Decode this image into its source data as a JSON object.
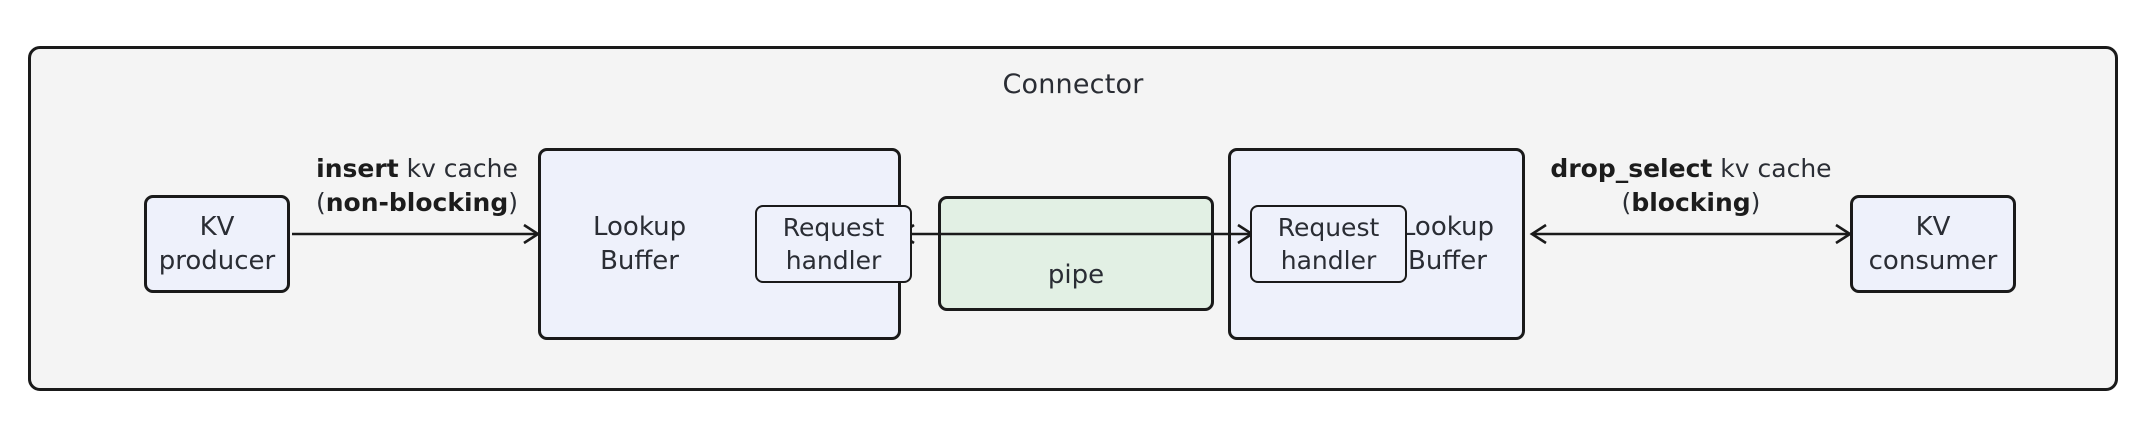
{
  "diagram": {
    "title": "Connector",
    "nodes": {
      "kv_producer": "KV\nproducer",
      "kv_consumer": "KV\nconsumer",
      "lookup_buffer_left": "Lookup\nBuffer",
      "lookup_buffer_right": "Lookup\nBuffer",
      "request_handler_left": "Request\nhandler",
      "request_handler_right": "Request\nhandler",
      "pipe": "pipe"
    },
    "edges": {
      "insert": {
        "emphasis": "insert",
        "rest": " kv cache",
        "paren_open": "(",
        "mode": "non-blocking",
        "paren_close": ")",
        "direction": "right"
      },
      "pipe": {
        "direction": "bidirectional"
      },
      "drop_select": {
        "emphasis": "drop_select",
        "rest": " kv cache",
        "paren_open": "(",
        "mode": "blocking",
        "paren_close": ")",
        "direction": "bidirectional"
      }
    },
    "colors": {
      "container_fill": "#f4f4f4",
      "node_blue_fill": "#eef1fb",
      "node_green_fill": "#e2f0e4",
      "stroke": "#1a1a1a",
      "text": "#2a2d34"
    }
  }
}
